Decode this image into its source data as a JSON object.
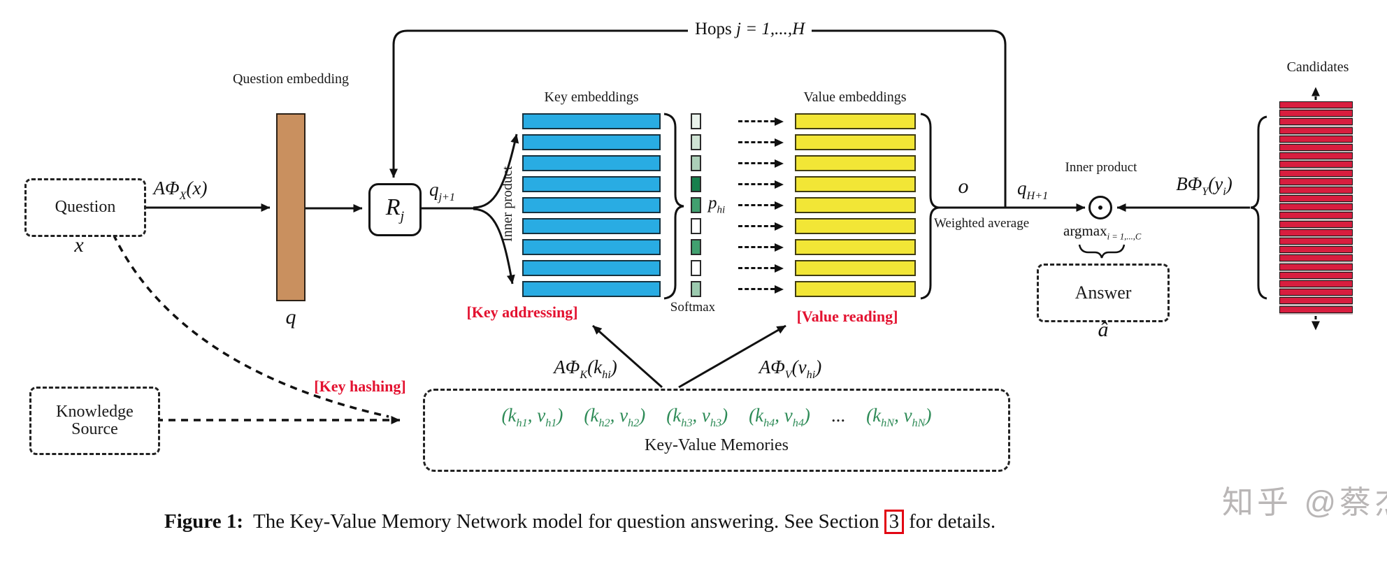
{
  "figure": {
    "caption": {
      "prefix": "Figure 1:",
      "body_before": "The Key-Value Memory Network model for question answering. See Section",
      "section_number": "3",
      "body_after": "for details."
    },
    "watermark": "知乎 @蔡杰"
  },
  "colors": {
    "key_bar": "#29ace3",
    "value_bar": "#f2e636",
    "candidate_bar": "#d81e3f",
    "embedding_bar": "#c9905f",
    "label_red": "#e31230",
    "memory_green": "#2e8b57",
    "softmax_cells": [
      "#eaf3ec",
      "#cfe3d4",
      "#abcfb8",
      "#17804d",
      "#41a06f",
      "#ffffff",
      "#41a06f",
      "#ffffff",
      "#9ccaaf"
    ]
  },
  "counts": {
    "memory_rows": 9,
    "candidate_bars": 25
  },
  "labels": {
    "hops": [
      [
        "Hops ",
        "r"
      ],
      [
        "j = 1,...,H",
        "i"
      ]
    ],
    "question": "Question",
    "x": [
      [
        "x",
        "i"
      ]
    ],
    "question_embedding": "Question embedding",
    "q": [
      [
        "q",
        "i"
      ]
    ],
    "a_phi_x": [
      [
        "AΦ",
        "i"
      ],
      [
        "X",
        "s"
      ],
      [
        "(x)",
        "i"
      ]
    ],
    "r_j": [
      [
        "R",
        "i"
      ],
      [
        "j",
        "s"
      ]
    ],
    "q_j1": [
      [
        "q",
        "i"
      ],
      [
        "j+1",
        "s"
      ]
    ],
    "inner_product_rot": "Inner product",
    "key_embeddings": "Key embeddings",
    "softmax": "Softmax",
    "p_hi": [
      [
        "p",
        "i"
      ],
      [
        "hi",
        "s"
      ]
    ],
    "value_embeddings": "Value embeddings",
    "o": [
      [
        "o",
        "i"
      ]
    ],
    "weighted_average": "Weighted average",
    "q_h1": [
      [
        "q",
        "i"
      ],
      [
        "H+1",
        "s"
      ]
    ],
    "inner_product": "Inner product",
    "b_phi_y": [
      [
        "BΦ",
        "i"
      ],
      [
        "Y",
        "s"
      ],
      [
        "(y",
        "i"
      ],
      [
        "i",
        "s"
      ],
      [
        ")",
        "i"
      ]
    ],
    "argmax": [
      [
        "argmax",
        "r"
      ],
      [
        "i = 1,...,C",
        "s"
      ]
    ],
    "answer": "Answer",
    "a_hat": [
      [
        "â",
        "i"
      ]
    ],
    "candidates": "Candidates",
    "key_addressing": "[Key addressing]",
    "value_reading": "[Value reading]",
    "key_hashing": "[Key hashing]",
    "a_phi_k": [
      [
        "AΦ",
        "i"
      ],
      [
        "K",
        "s"
      ],
      [
        "(k",
        "i"
      ],
      [
        "hi",
        "s"
      ],
      [
        ")",
        "i"
      ]
    ],
    "a_phi_v": [
      [
        "AΦ",
        "i"
      ],
      [
        "V",
        "s"
      ],
      [
        "(v",
        "i"
      ],
      [
        "hi",
        "s"
      ],
      [
        ")",
        "i"
      ]
    ],
    "knowledge_line1": "Knowledge",
    "knowledge_line2": "Source",
    "memories_title": "Key-Value Memories",
    "memory_pairs": [
      [
        [
          "(k",
          "i"
        ],
        [
          "h1",
          "s"
        ],
        [
          ", v",
          "i"
        ],
        [
          "h1",
          "s"
        ],
        [
          ")",
          "i"
        ]
      ],
      [
        [
          "(k",
          "i"
        ],
        [
          "h2",
          "s"
        ],
        [
          ", v",
          "i"
        ],
        [
          "h2",
          "s"
        ],
        [
          ")",
          "i"
        ]
      ],
      [
        [
          "(k",
          "i"
        ],
        [
          "h3",
          "s"
        ],
        [
          ", v",
          "i"
        ],
        [
          "h3",
          "s"
        ],
        [
          ")",
          "i"
        ]
      ],
      [
        [
          "(k",
          "i"
        ],
        [
          "h4",
          "s"
        ],
        [
          ", v",
          "i"
        ],
        [
          "h4",
          "s"
        ],
        [
          ")",
          "i"
        ]
      ],
      [
        [
          "...",
          "r"
        ]
      ],
      [
        [
          "(k",
          "i"
        ],
        [
          "hN",
          "s"
        ],
        [
          ", v",
          "i"
        ],
        [
          "hN",
          "s"
        ],
        [
          ")",
          "i"
        ]
      ]
    ]
  }
}
